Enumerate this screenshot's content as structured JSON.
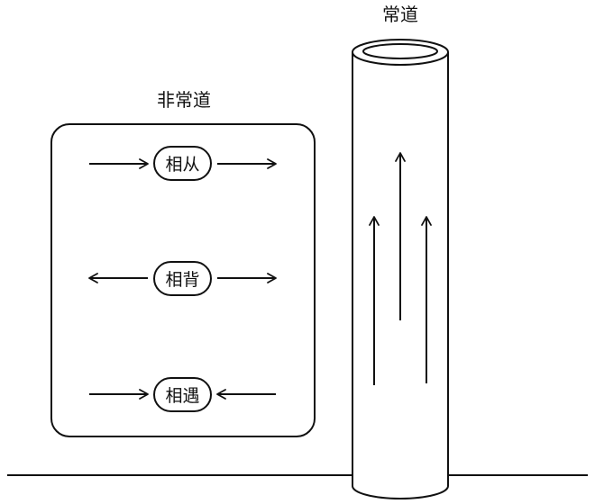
{
  "labels": {
    "left_title": "非常道",
    "right_title": "常道"
  },
  "rows": [
    {
      "text": "相从"
    },
    {
      "text": "相背"
    },
    {
      "text": "相遇"
    }
  ],
  "colors": {
    "stroke": "#111111",
    "background": "#ffffff"
  }
}
